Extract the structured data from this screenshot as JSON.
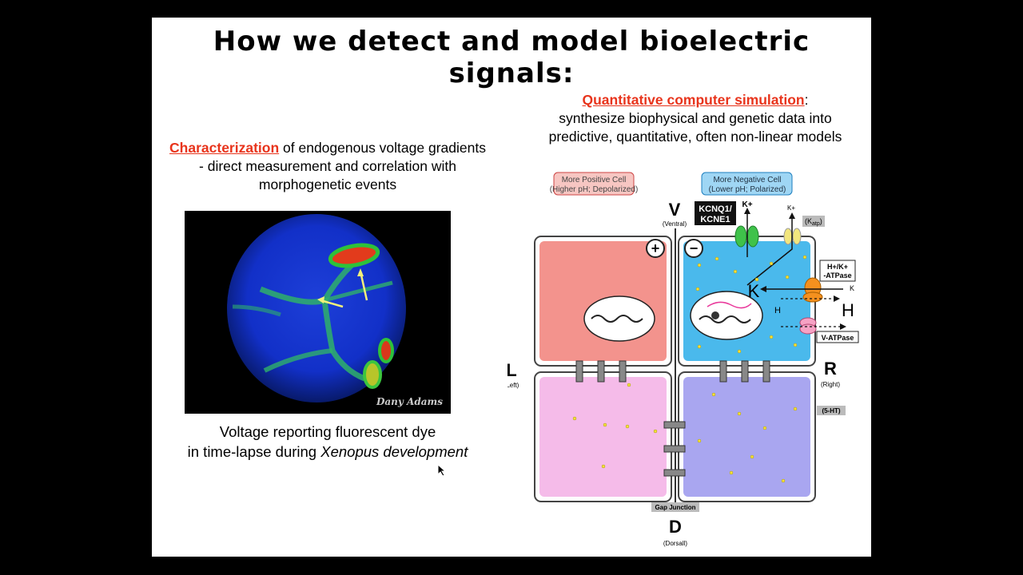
{
  "slide": {
    "title": "How we detect and model bioelectric signals:",
    "left": {
      "highlight": "Characterization",
      "caption_rest": " of endogenous voltage gradients - direct measurement and correlation with morphogenetic events",
      "photo_credit": "Dany Adams",
      "bottom_line1": "Voltage reporting fluorescent dye",
      "bottom_line2": "in time-lapse during ",
      "bottom_italic": "Xenopus development"
    },
    "right": {
      "highlight": "Quantitative computer simulation",
      "highlight_suffix": ":",
      "caption_rest": "synthesize biophysical and genetic data into predictive, quantitative, often non-linear models"
    },
    "diagram": {
      "pos_cell_label": "More Positive Cell (Higher pH; Depolarized)",
      "pos_cell_line1": "More Positive Cell",
      "pos_cell_line2": "(Higher pH; Depolarized)",
      "neg_cell_line1": "More Negative Cell",
      "neg_cell_line2": "(Lower pH; Polarized)",
      "v": "V",
      "v_sub": "(Ventral)",
      "d": "D",
      "d_sub": "(Dorsall)",
      "l": "L",
      "l_sub": "(Left)",
      "r": "R",
      "r_sub": "(Right)",
      "kcnq1_line1": "KCNQ1/",
      "kcnq1_line2": "KCNE1",
      "katp": "(K",
      "katp_sub": "atp",
      "katp_end": ")",
      "kplus": "K+",
      "kplus_big": "K",
      "hplus_big": "H",
      "h_small": "H",
      "k_small": "K",
      "hk_atpase_line1": "H+/K+",
      "hk_atpase_line2": "-ATPase",
      "v_atpase": "V-ATPase",
      "serotonin": "(5-HT)",
      "gap_junction": "Gap Junction",
      "plus_sign": "+",
      "minus_sign": "−",
      "colors": {
        "pos_cell": "#f3938d",
        "neg_cell": "#4ab9ec",
        "bottom_left": "#f5bbe9",
        "bottom_right": "#a9a6f0",
        "dot": "#f4e13a"
      }
    }
  }
}
